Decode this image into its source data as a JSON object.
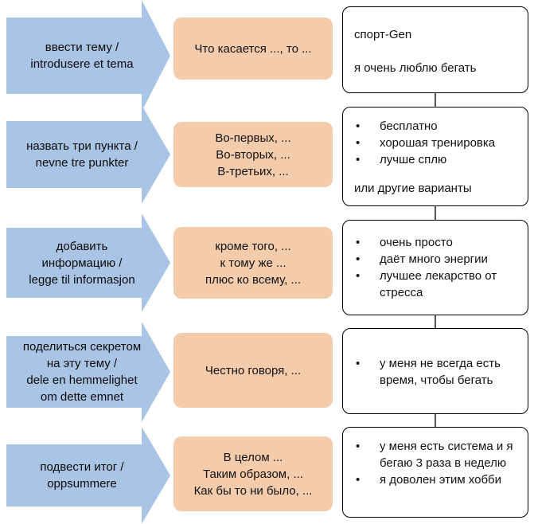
{
  "rows": [
    {
      "arrow_lines": [
        "ввести тему /",
        "introdusere et tema"
      ],
      "phrase_lines": [
        "Что касается ..., то ..."
      ],
      "box_title": "спорт-Gen",
      "box_bullets": [],
      "box_note": "я очень люблю бегать"
    },
    {
      "arrow_lines": [
        "назвать три пункта /",
        "nevne tre punkter"
      ],
      "phrase_lines": [
        "Во-первых, ...",
        "Во-вторых, ...",
        "В-третьих, ..."
      ],
      "box_title": "",
      "box_bullets": [
        "бесплатно",
        "хорошая тренировка",
        "лучше сплю"
      ],
      "box_note": "или другие варианты"
    },
    {
      "arrow_lines": [
        "добавить",
        "информацию /",
        "legge til informasjon"
      ],
      "phrase_lines": [
        "кроме того, ...",
        "к тому же ...",
        "плюс ко всему, ..."
      ],
      "box_title": "",
      "box_bullets": [
        "очень просто",
        "даёт много энергии",
        "лучшее лекарство от стресса"
      ],
      "box_note": ""
    },
    {
      "arrow_lines": [
        "поделиться секретом",
        "на эту тему /",
        "dele en hemmelighet",
        "om dette emnet"
      ],
      "phrase_lines": [
        "Честно говоря, ..."
      ],
      "box_title": "",
      "box_bullets": [
        "у меня не всегда есть время, чтобы бегать"
      ],
      "box_note": ""
    },
    {
      "arrow_lines": [
        "подвести итог /",
        "oppsummere"
      ],
      "phrase_lines": [
        "В целом ...",
        "Таким образом, ...",
        "Как бы то ни было, ..."
      ],
      "box_title": "",
      "box_bullets": [
        "у меня есть система и я бегаю 3 раза в неделю",
        "я доволен этим хобби"
      ],
      "box_note": ""
    }
  ],
  "colors": {
    "arrow": "#a9c4e4",
    "phrase": "#f4ccac",
    "box_border": "#000000",
    "connector": "#555555"
  }
}
